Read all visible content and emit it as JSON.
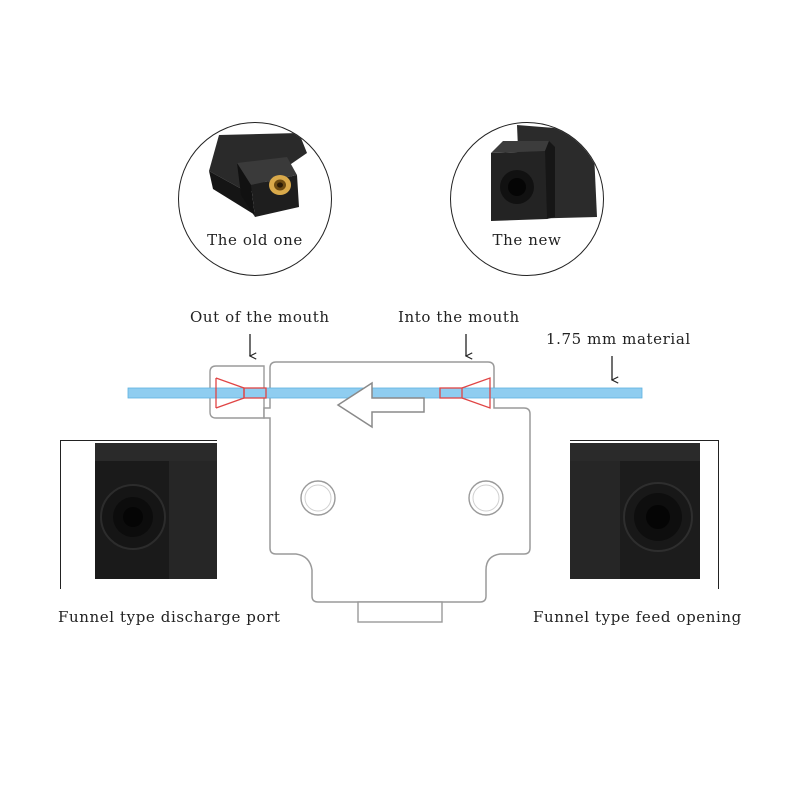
{
  "circles": {
    "old": {
      "caption": "The old one"
    },
    "new": {
      "caption": "The new"
    }
  },
  "callouts": {
    "out_of_mouth": "Out of the mouth",
    "into_mouth": "Into the mouth",
    "material": "1.75 mm material"
  },
  "ports": {
    "discharge": "Funnel type discharge port",
    "feed": "Funnel type feed opening"
  },
  "colors": {
    "filament": "#8fcdf0",
    "funnel_outline": "#e04545",
    "body_outline": "#9a9a9a",
    "part_black": "#1e1e1e",
    "brass": "#d9a94a"
  },
  "icons": {
    "flow_arrow": "arrow-left-icon"
  }
}
